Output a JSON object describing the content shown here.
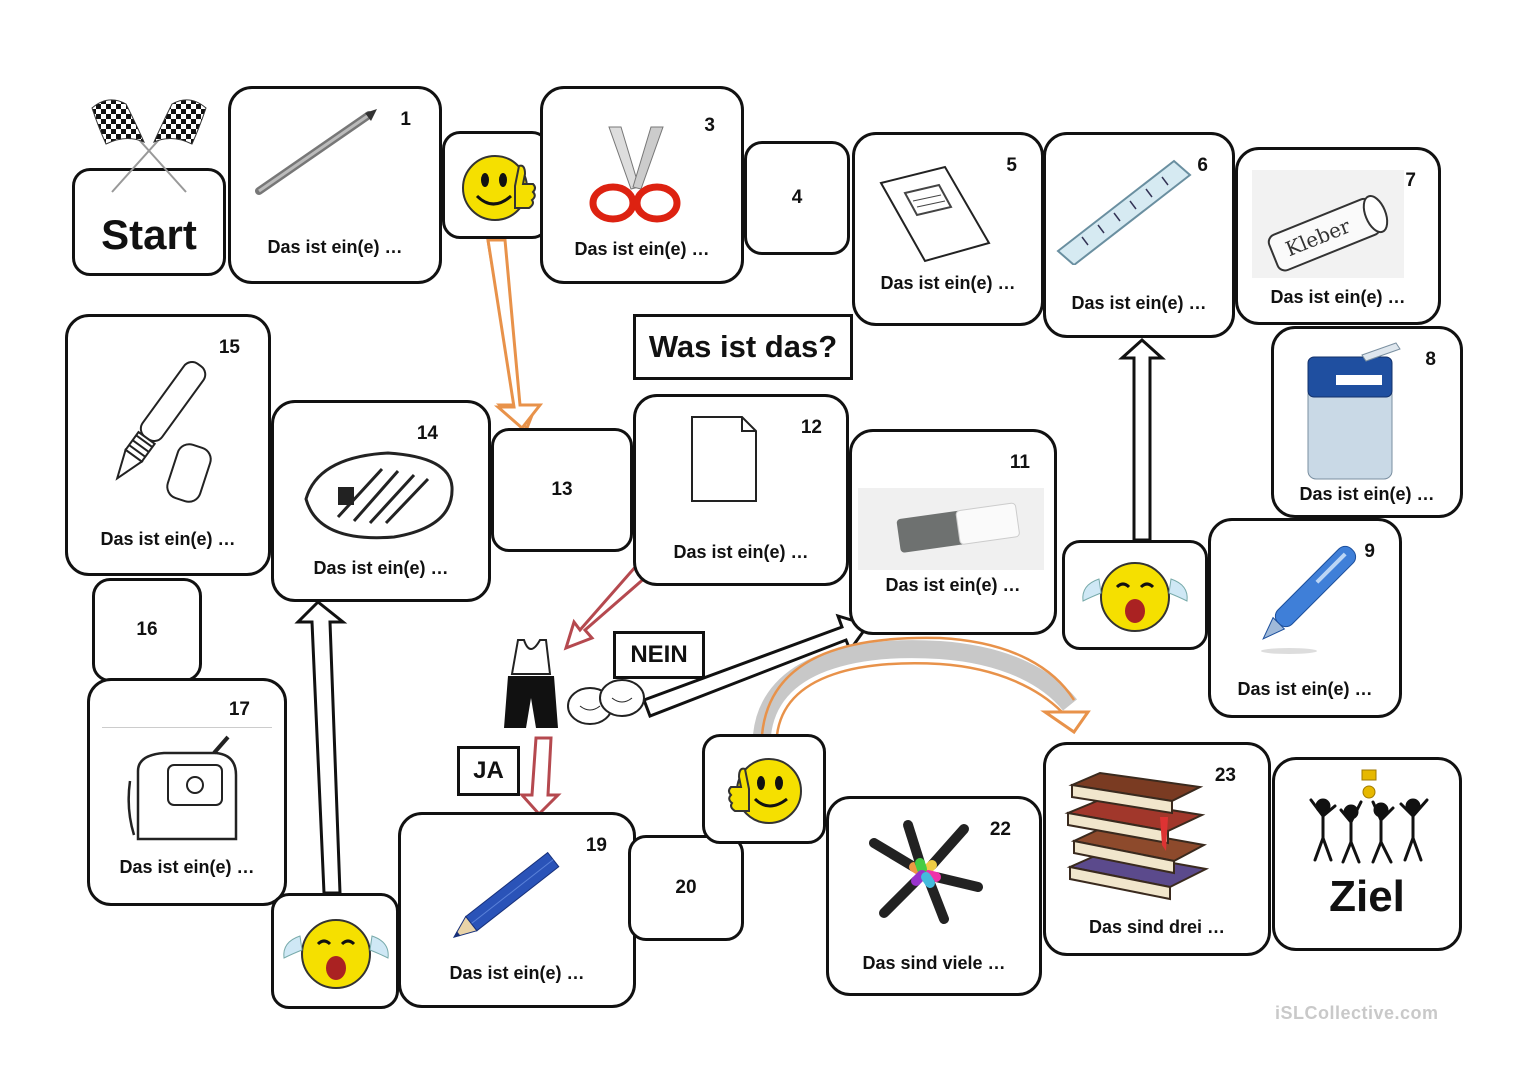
{
  "title": "Was ist das?",
  "start_label": "Start",
  "goal_label": "Ziel",
  "answers": {
    "yes": "JA",
    "no": "NEIN"
  },
  "watermark": "iSLCollective.com",
  "caption_single": "Das ist ein(e) …",
  "caption_many": "Das sind viele …",
  "caption_three": "Das sind drei …",
  "squares": [
    {
      "n": "1",
      "item": "pencil-icon"
    },
    {
      "n": "3",
      "item": "scissors-icon"
    },
    {
      "n": "4"
    },
    {
      "n": "5",
      "item": "notebook-icon"
    },
    {
      "n": "6",
      "item": "ruler-icon"
    },
    {
      "n": "7",
      "item": "glue-stick-icon"
    },
    {
      "n": "8",
      "item": "sharpener-icon"
    },
    {
      "n": "9",
      "item": "ballpoint-pen-icon"
    },
    {
      "n": "11",
      "item": "eraser-icon"
    },
    {
      "n": "12",
      "item": "paper-sheet-icon"
    },
    {
      "n": "13"
    },
    {
      "n": "14",
      "item": "pencil-case-icon"
    },
    {
      "n": "15",
      "item": "fountain-pen-icon"
    },
    {
      "n": "16"
    },
    {
      "n": "17",
      "item": "school-bag-icon"
    },
    {
      "n": "19",
      "item": "blue-pencil-icon"
    },
    {
      "n": "20"
    },
    {
      "n": "22",
      "item": "markers-icon"
    },
    {
      "n": "23",
      "item": "books-icon"
    }
  ],
  "special_squares": [
    {
      "type": "thumbs-up-icon",
      "position": "after 1"
    },
    {
      "type": "crying-face-icon",
      "position": "between 9 and 11"
    },
    {
      "type": "crying-face-icon",
      "position": "after 17"
    },
    {
      "type": "thumbs-up-icon",
      "position": "after 20"
    },
    {
      "type": "sports-clothes-icon",
      "position": "center"
    }
  ],
  "colors": {
    "orange_arrow": "#e8924a",
    "red_arrow": "#b5494f",
    "grey_arrow": "#c8c8c8",
    "yellow": "#f5e000",
    "ink": "#111111"
  }
}
